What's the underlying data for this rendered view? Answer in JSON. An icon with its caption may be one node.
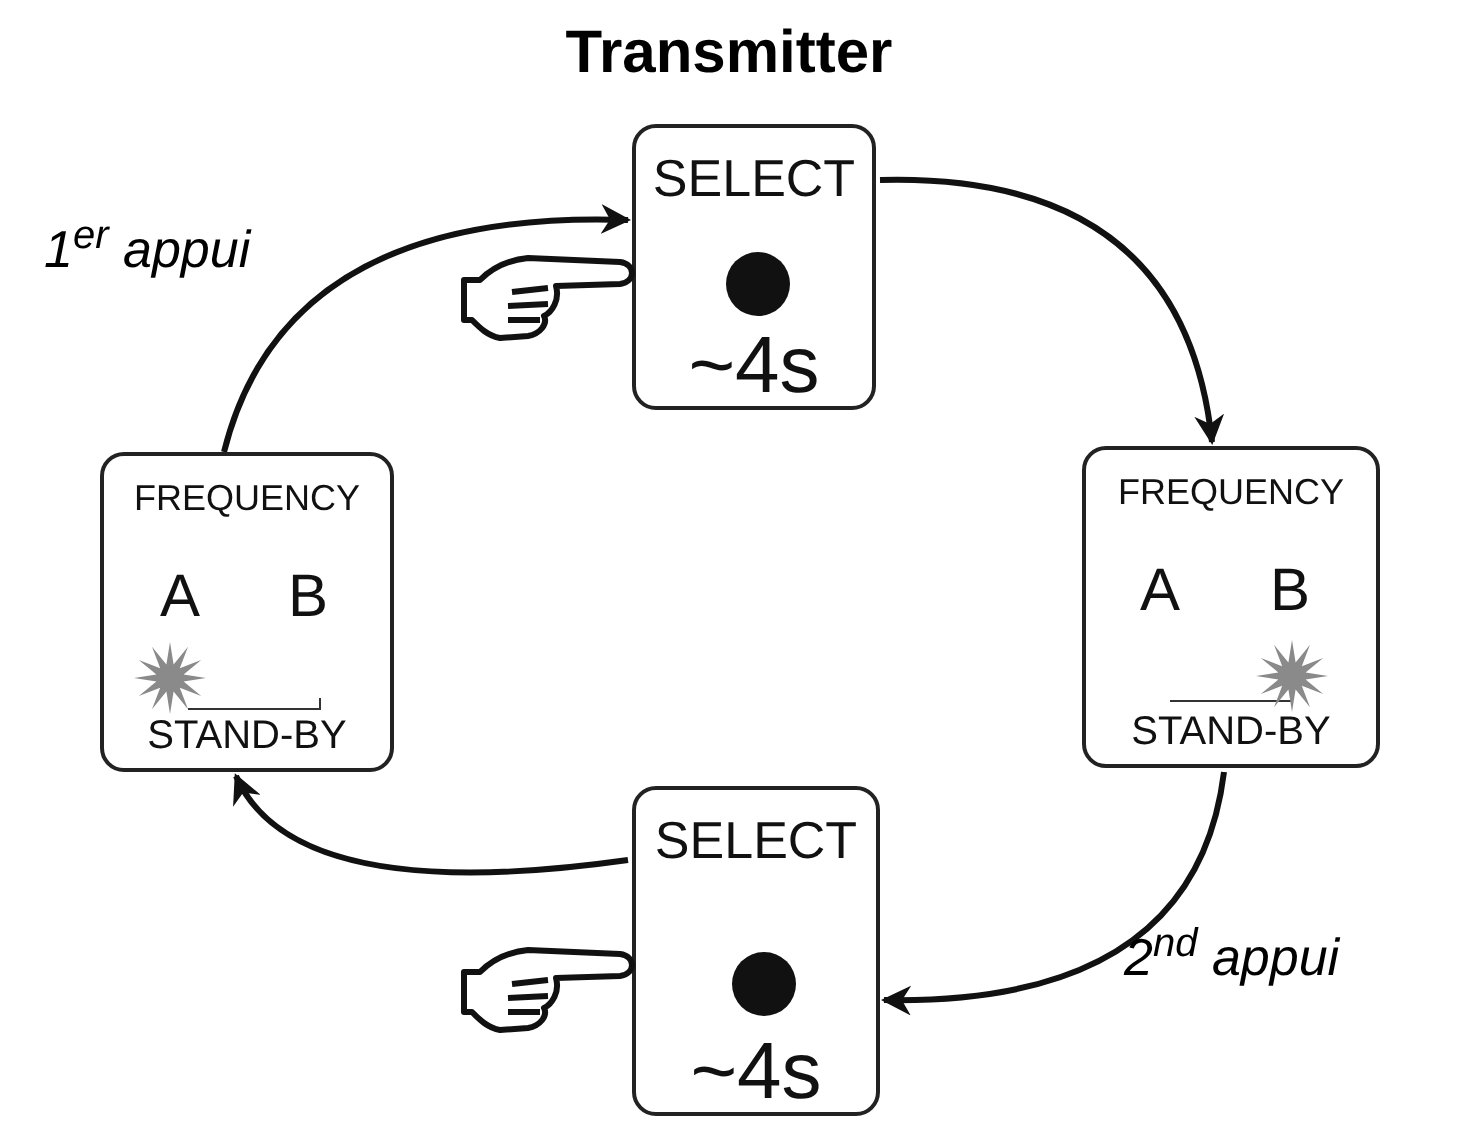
{
  "diagram": {
    "title": "Transmitter",
    "nodes": [
      {
        "text": [
          "SELECT",
          "~4s"
        ]
      },
      {
        "text": [
          "FREQUENCY",
          "A",
          "B",
          "STAND-BY"
        ]
      },
      {
        "text": [
          "SELECT",
          "~4s"
        ]
      },
      {
        "text": [
          "FREQUENCY",
          "A",
          "B",
          "STAND-BY"
        ]
      }
    ],
    "edges": [
      {
        "from": 3,
        "to": 0,
        "arrow": "to",
        "label": "1$^{er}$ appui"
      },
      {
        "from": 0,
        "to": 1,
        "arrow": "to"
      },
      {
        "from": 1,
        "to": 2,
        "arrow": "to",
        "label": "2$^{nd}$ appui"
      },
      {
        "from": 2,
        "to": 3,
        "arrow": "to"
      }
    ]
  }
}
